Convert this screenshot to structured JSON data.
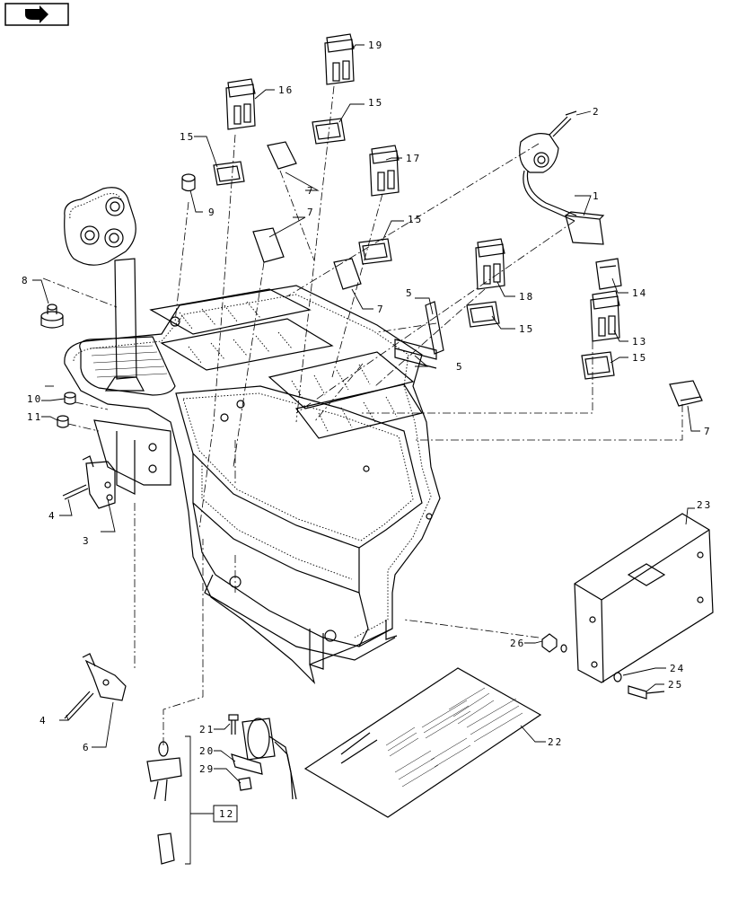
{
  "diagram": {
    "callouts": {
      "c1": "1",
      "c2": "2",
      "c3": "3",
      "c4a": "4",
      "c4b": "4",
      "c5a": "5",
      "c5b": "5",
      "c6": "6",
      "c7a": "7",
      "c7b": "7",
      "c7c": "7",
      "c7d": "7",
      "c8": "8",
      "c9": "9",
      "c10": "10",
      "c11": "11",
      "c12": "12",
      "c13": "13",
      "c14": "14",
      "c15a": "15",
      "c15b": "15",
      "c15c": "15",
      "c15d": "15",
      "c15e": "15",
      "c16": "16",
      "c17": "17",
      "c18": "18",
      "c19": "19",
      "c20": "20",
      "c21": "21",
      "c22": "22",
      "c23": "23",
      "c24": "24",
      "c25": "25",
      "c26": "26",
      "c29": "29"
    }
  }
}
